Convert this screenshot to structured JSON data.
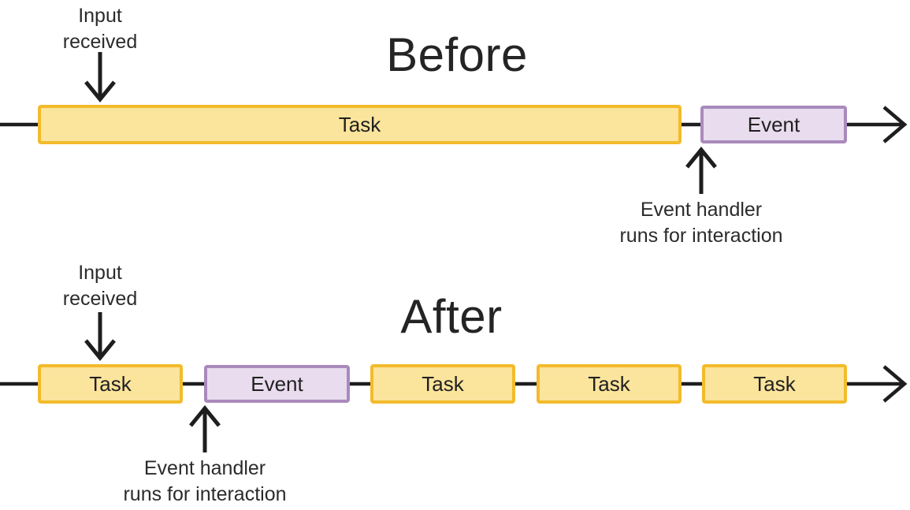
{
  "colors": {
    "task_fill": "#FBE49C",
    "task_border": "#F3BB2B",
    "event_fill": "#E8DCEE",
    "event_border": "#A98ABD",
    "line": "#1E1E1E",
    "text": "#282828"
  },
  "before": {
    "title": "Before",
    "input_label": "Input\nreceived",
    "handler_label": "Event handler\nruns for interaction",
    "blocks": [
      {
        "type": "task",
        "label": "Task"
      },
      {
        "type": "event",
        "label": "Event"
      }
    ]
  },
  "after": {
    "title": "After",
    "input_label": "Input\nreceived",
    "handler_label": "Event handler\nruns for interaction",
    "blocks": [
      {
        "type": "task",
        "label": "Task"
      },
      {
        "type": "event",
        "label": "Event"
      },
      {
        "type": "task",
        "label": "Task"
      },
      {
        "type": "task",
        "label": "Task"
      },
      {
        "type": "task",
        "label": "Task"
      }
    ]
  }
}
